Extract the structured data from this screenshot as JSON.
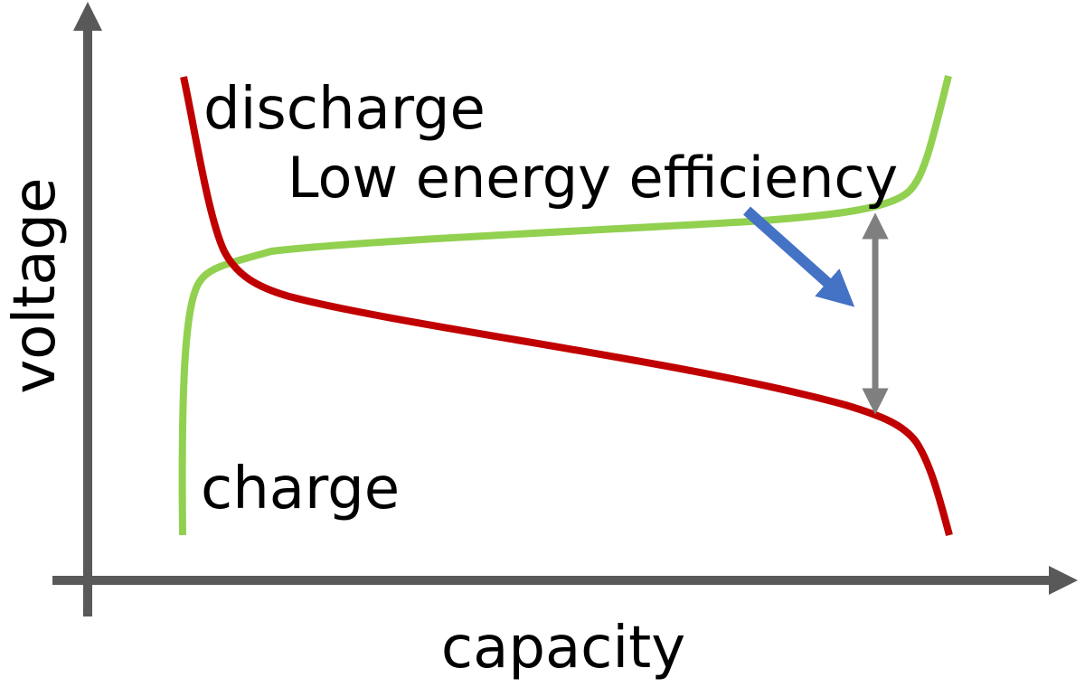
{
  "axes": {
    "x_label": "capacity",
    "y_label": "voltage",
    "color": "#595959"
  },
  "curves": {
    "discharge": {
      "label": "discharge",
      "color": "#c00000"
    },
    "charge": {
      "label": "charge",
      "color": "#92d050"
    }
  },
  "annotation": {
    "text": "Low energy efficiency",
    "arrow_color": "#4472c4",
    "gap_arrow_color": "#7f7f7f"
  }
}
